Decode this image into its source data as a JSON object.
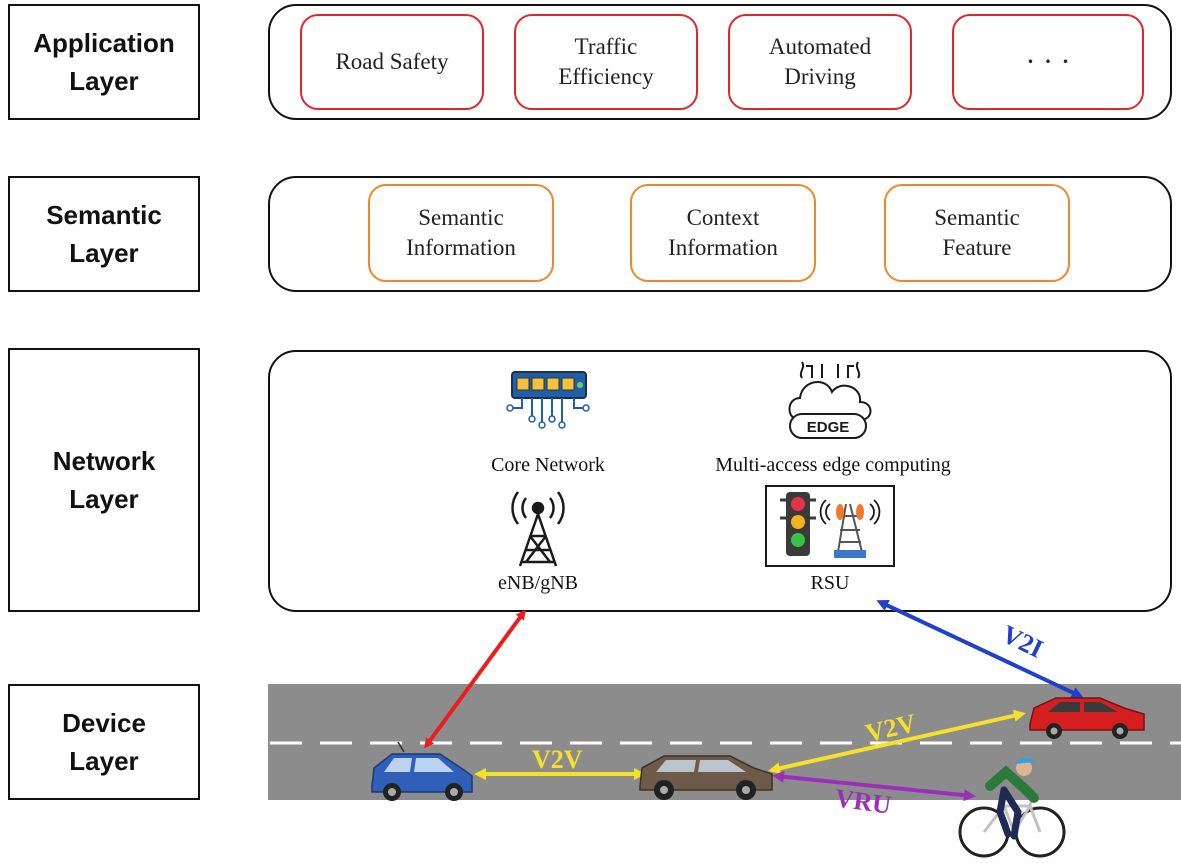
{
  "layers": {
    "application": "Application\nLayer",
    "semantic": "Semantic\nLayer",
    "network": "Network\nLayer",
    "device": "Device\nLayer"
  },
  "application_items": [
    "Road Safety",
    "Traffic\nEfficiency",
    "Automated\nDriving",
    "· · ·"
  ],
  "semantic_items": [
    "Semantic\nInformation",
    "Context\nInformation",
    "Semantic\nFeature"
  ],
  "network": {
    "core": "Core Network",
    "mec": "Multi-access edge computing",
    "mec_badge": "EDGE",
    "base_station": "eNB/gNB",
    "rsu": "RSU"
  },
  "links": {
    "v2v_left": "V2V",
    "v2v_right": "V2V",
    "v2i": "V2I",
    "vru": "VRU"
  },
  "colors": {
    "cellular_link": "#ee1c1c",
    "v2i_link": "#1f3fcf",
    "v2v_link": "#f5e02a",
    "vru_link": "#9b30b8",
    "road": "#8c8c8c",
    "app_border": "#e0262a",
    "semantic_border": "#f0882a"
  }
}
